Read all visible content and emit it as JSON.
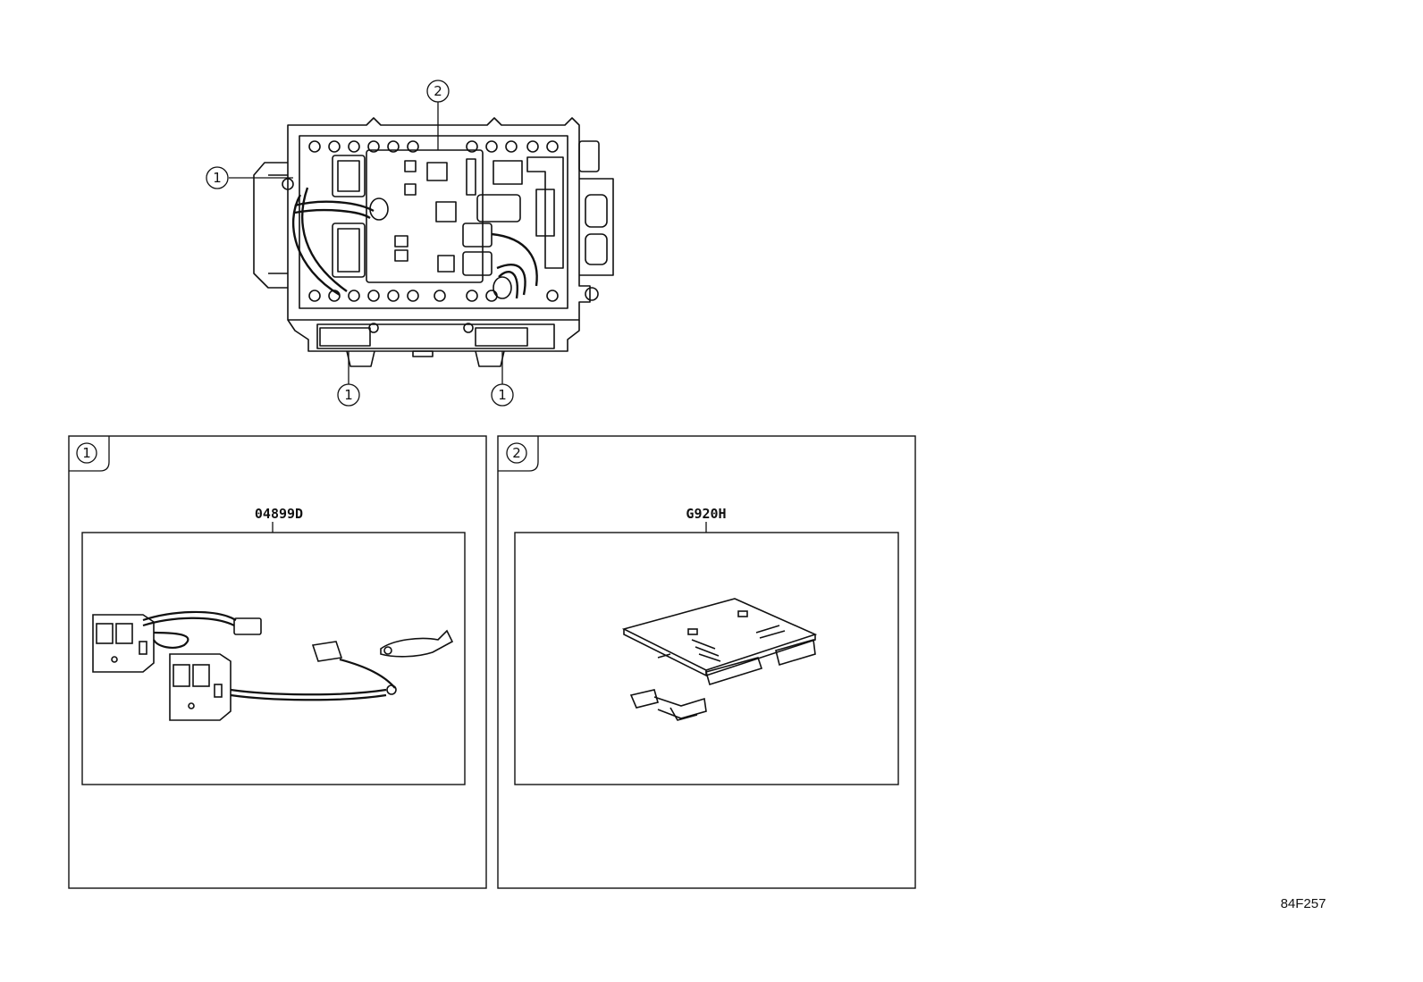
{
  "diagram": {
    "figure_code": "84F257",
    "assembly_callouts": [
      "1",
      "2",
      "1",
      "1"
    ],
    "panels": [
      {
        "callout": "1",
        "part_number": "04899D"
      },
      {
        "callout": "2",
        "part_number": "G920H"
      }
    ]
  }
}
